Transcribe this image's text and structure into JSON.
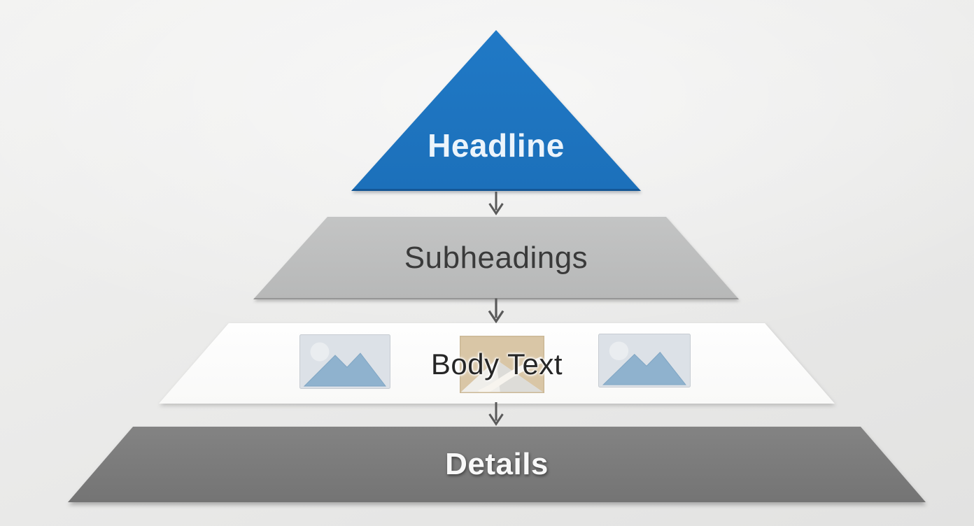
{
  "diagram": {
    "type": "pyramid",
    "direction": "top-down",
    "background_color": "#ebebea",
    "levels": [
      {
        "label": "Headline",
        "shape": "triangle",
        "fill": "#1e77c3",
        "text_color": "#ecf4fb"
      },
      {
        "label": "Subheadings",
        "shape": "trapezoid",
        "fill": "#bcbdbd",
        "text_color": "#3a3a3a"
      },
      {
        "label": "Body Text",
        "shape": "trapezoid",
        "fill": "#fcfcfc",
        "text_color": "#262626",
        "icons": [
          "image-placeholder-mountains",
          "photo-thumbnail-road",
          "image-placeholder-mountains"
        ]
      },
      {
        "label": "Details",
        "shape": "trapezoid",
        "fill": "#7b7b7b",
        "text_color": "#f8f8f8"
      }
    ],
    "connectors": [
      {
        "from": "Headline",
        "to": "Subheadings",
        "icon": "down-arrow",
        "color": "#5a5a5a"
      },
      {
        "from": "Subheadings",
        "to": "Body Text",
        "icon": "down-arrow",
        "color": "#5a5a5a"
      },
      {
        "from": "Body Text",
        "to": "Details",
        "icon": "down-arrow",
        "color": "#5a5a5a"
      }
    ]
  }
}
